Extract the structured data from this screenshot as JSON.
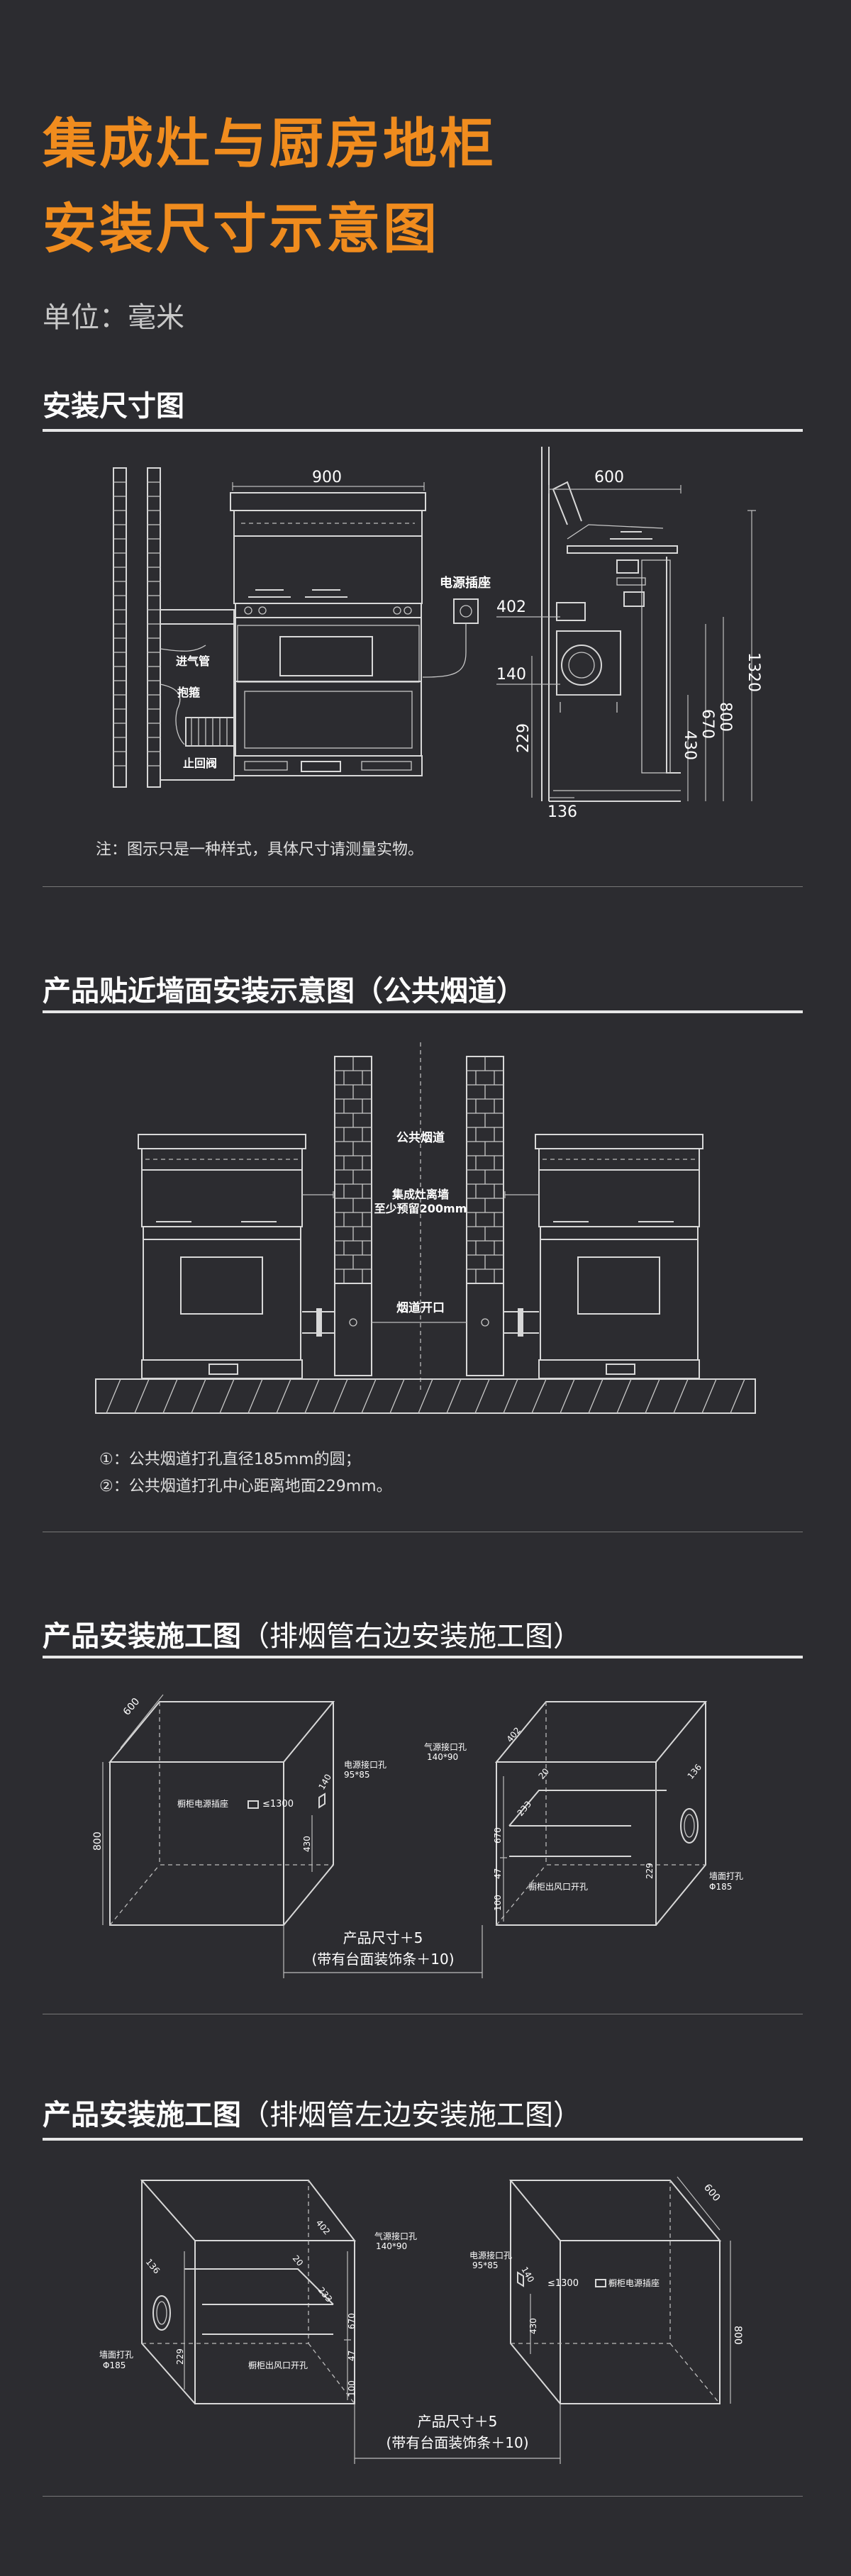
{
  "header": {
    "title_line1": "集成灶与厨房地柜",
    "title_line2": "安装尺寸示意图",
    "unit": "单位：毫米"
  },
  "section1": {
    "title": "安装尺寸图",
    "labels": {
      "w900": "900",
      "power_socket": "电源插座",
      "gas_inlet": "进气管",
      "hose": "抱箍",
      "check_valve": "止回阀",
      "d402": "402",
      "d140": "140",
      "d229": "229",
      "d136": "136",
      "d600": "600",
      "d1320": "1320",
      "d800": "800",
      "d670": "670",
      "d430": "430"
    },
    "note": "注：图示只是一种样式，具体尺寸请测量实物。"
  },
  "section2": {
    "title": "产品贴近墙面安装示意图（公共烟道）",
    "labels": {
      "flue": "公共烟道",
      "distance_line1": "集成灶离墙",
      "distance_line2": "至少预留200mm",
      "flue_opening": "烟道开口"
    },
    "notes": [
      "①：公共烟道打孔直径185mm的圆；",
      "②：公共烟道打孔中心距离地面229mm。"
    ]
  },
  "section3": {
    "title_bold": "产品安装施工图",
    "title_light": "（排烟管右边安装施工图）",
    "labels": {
      "d600": "600",
      "d800": "800",
      "cabinet_socket": "橱柜电源插座",
      "le1300": "≤1300",
      "power_hole_label": "电源接口孔",
      "power_hole_size": "95*85",
      "d140": "140",
      "d430": "430",
      "gas_hole_label": "气源接口孔",
      "gas_hole_size": "140*90",
      "d402": "402",
      "d20": "20",
      "d233": "233",
      "d136": "136",
      "d670": "670",
      "d47": "47",
      "d229": "229",
      "d100": "100",
      "outlet_hole": "橱柜出风口开孔",
      "wall_hole": "墙面打孔",
      "wall_hole_size": "Φ185",
      "product_size": "产品尺寸＋5",
      "with_trim": "(带有台面装饰条＋10)"
    }
  },
  "section4": {
    "title_bold": "产品安装施工图",
    "title_light": "（排烟管左边安装施工图）",
    "labels": {
      "d600": "600",
      "d800": "800",
      "d402": "402",
      "gas_hole_label": "气源接口孔",
      "gas_hole_size": "140*90",
      "power_hole_label": "电源接口孔",
      "power_hole_size": "95*85",
      "d140": "140",
      "le1300": "≤1300",
      "cabinet_socket": "橱柜电源插座",
      "d430": "430",
      "d136": "136",
      "d20": "20",
      "d233": "233",
      "d670": "670",
      "d229": "229",
      "d47": "47",
      "d100": "100",
      "outlet_hole": "橱柜出风口开孔",
      "wall_hole": "墙面打孔",
      "wall_hole_size": "Φ185",
      "product_size": "产品尺寸＋5",
      "with_trim": "(带有台面装饰条＋10)"
    }
  }
}
